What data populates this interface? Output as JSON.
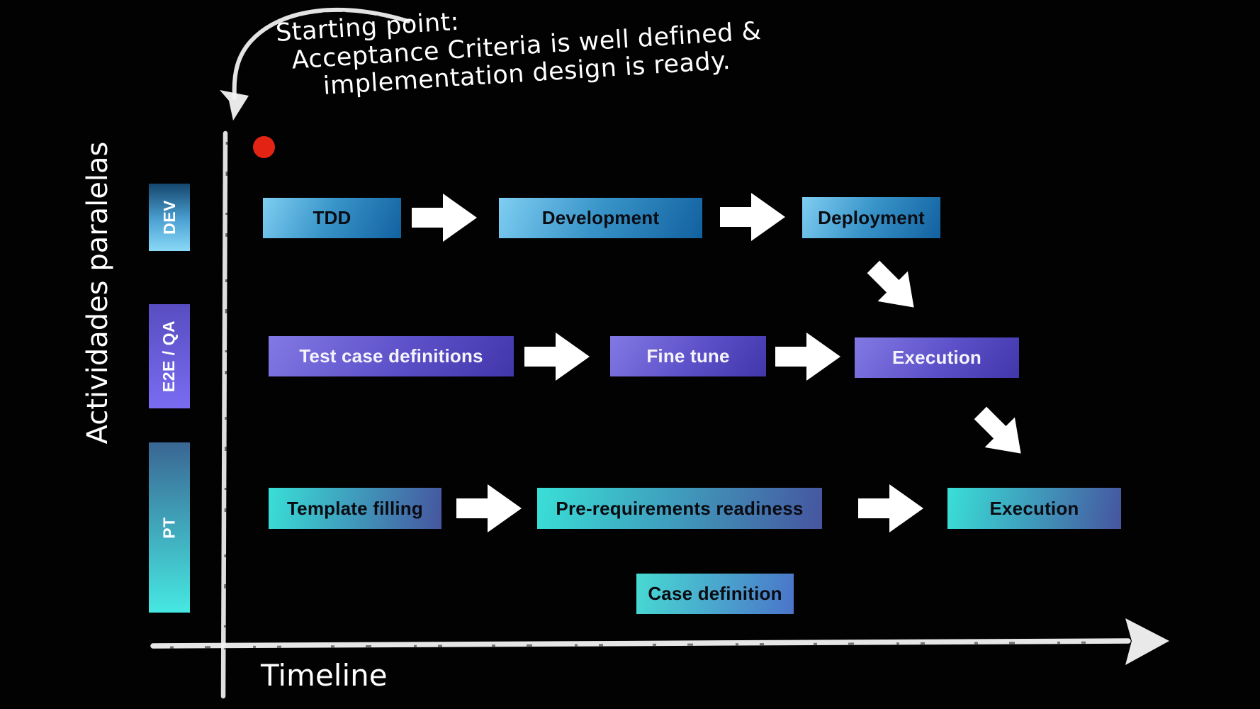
{
  "annotation": {
    "line1": "Starting point:",
    "line2": "Acceptance Criteria is well defined &",
    "line3": "implementation design is ready."
  },
  "axes": {
    "y_label": "Actividades paralelas",
    "x_label": "Timeline"
  },
  "start_marker": {
    "color": "#e32414"
  },
  "lanes": [
    {
      "id": "dev",
      "label": "DEV",
      "boxes": [
        {
          "label": "TDD"
        },
        {
          "label": "Development"
        },
        {
          "label": "Deployment"
        }
      ]
    },
    {
      "id": "e2e-qa",
      "label": "E2E / QA",
      "boxes": [
        {
          "label": "Test case definitions"
        },
        {
          "label": "Fine tune"
        },
        {
          "label": "Execution"
        }
      ]
    },
    {
      "id": "pt",
      "label": "PT",
      "boxes": [
        {
          "label": "Template filling"
        },
        {
          "label": "Pre-requirements readiness"
        },
        {
          "label": "Execution"
        }
      ]
    }
  ],
  "extra_box": {
    "label": "Case definition"
  },
  "colors": {
    "background": "#020202",
    "arrow_white": "#ffffff",
    "chalk_white": "#f2f2f2",
    "dev_gradient_start": "#7fcef2",
    "dev_gradient_end": "#1261a0",
    "qa_gradient_start": "#8279e4",
    "qa_gradient_end": "#4236ab",
    "pt_gradient_start": "#39dfd7",
    "pt_gradient_end": "#46559f",
    "case_gradient_start": "#48dad2",
    "case_gradient_end": "#4b74c9",
    "chip_dev_top": "#14466e",
    "chip_dev_bottom": "#8ad8f6",
    "chip_qa_top": "#584dc0",
    "chip_qa_bottom": "#7a6cf2",
    "chip_pt_top": "#3a6693",
    "chip_pt_bottom": "#46e8e2",
    "start_dot": "#e32414"
  }
}
